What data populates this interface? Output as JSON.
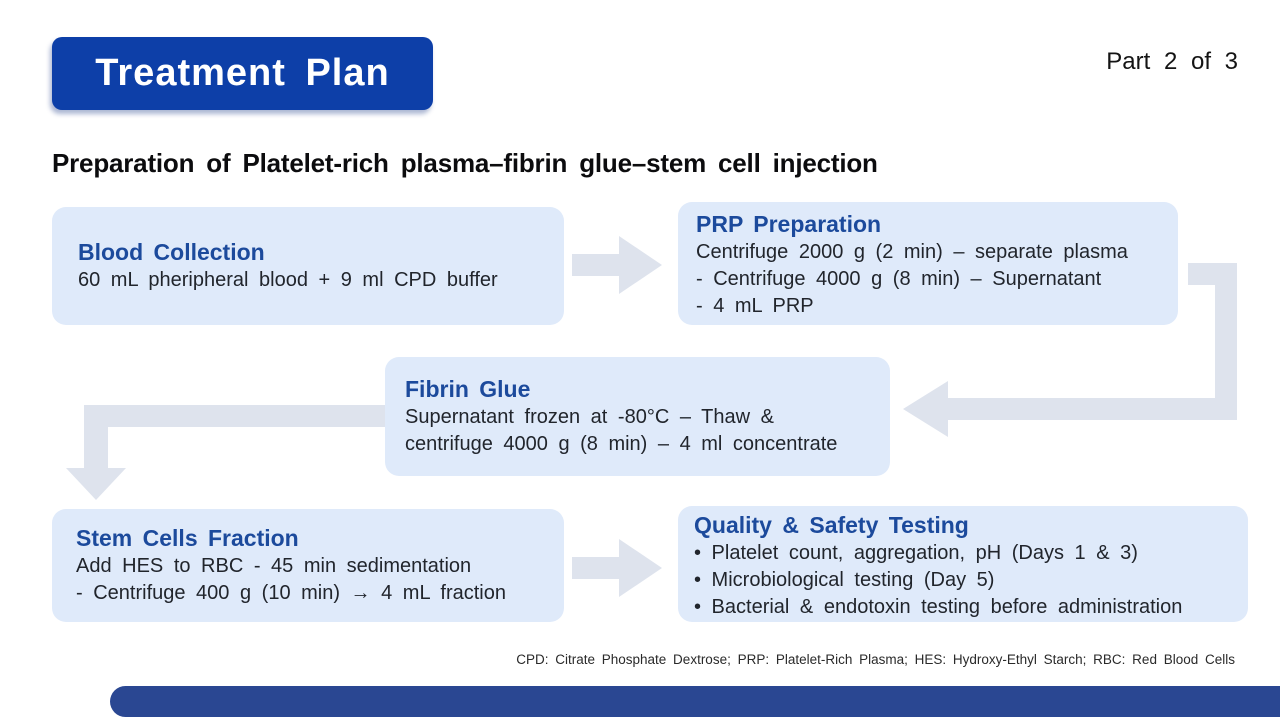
{
  "slide": {
    "title": "Treatment Plan",
    "part_label": "Part 2 of 3",
    "subtitle": "Preparation of Platelet-rich plasma–fibrin glue–stem cell injection",
    "footnote": "CPD: Citrate Phosphate Dextrose; PRP: Platelet-Rich Plasma; HES: Hydroxy-Ethyl Starch; RBC: Red Blood Cells"
  },
  "boxes": {
    "blood_collection": {
      "heading": "Blood Collection",
      "lines": [
        "60 mL pheripheral blood + 9 ml CPD buffer"
      ]
    },
    "prp_preparation": {
      "heading": "PRP Preparation",
      "lines": [
        "Centrifuge 2000 g (2 min) – separate plasma",
        "- Centrifuge 4000 g (8 min) – Supernatant",
        "- 4 mL PRP"
      ]
    },
    "fibrin_glue": {
      "heading": "Fibrin Glue",
      "lines": [
        "Supernatant frozen at -80°C – Thaw &",
        "centrifuge 4000 g (8 min) – 4 ml concentrate"
      ]
    },
    "stem_cells_fraction": {
      "heading": "Stem Cells Fraction",
      "lines": [
        "Add HES to RBC - 45 min sedimentation",
        "- Centrifuge 400 g (10 min) → 4 mL fraction"
      ]
    },
    "quality_safety_testing": {
      "heading": "Quality & Safety Testing",
      "lines": [
        "• Platelet count, aggregation, pH (Days 1 & 3)",
        "• Microbiological testing (Day 5)",
        "• Bacterial & endotoxin testing before administration"
      ]
    }
  },
  "colors": {
    "title_banner_bg": "#0d3fa8",
    "box_bg": "#dfeafa",
    "heading_blue": "#1c4a9c",
    "body_text": "#21252c",
    "arrow_gray": "#dee3ed",
    "bottom_bar_navy": "#2a4792"
  }
}
